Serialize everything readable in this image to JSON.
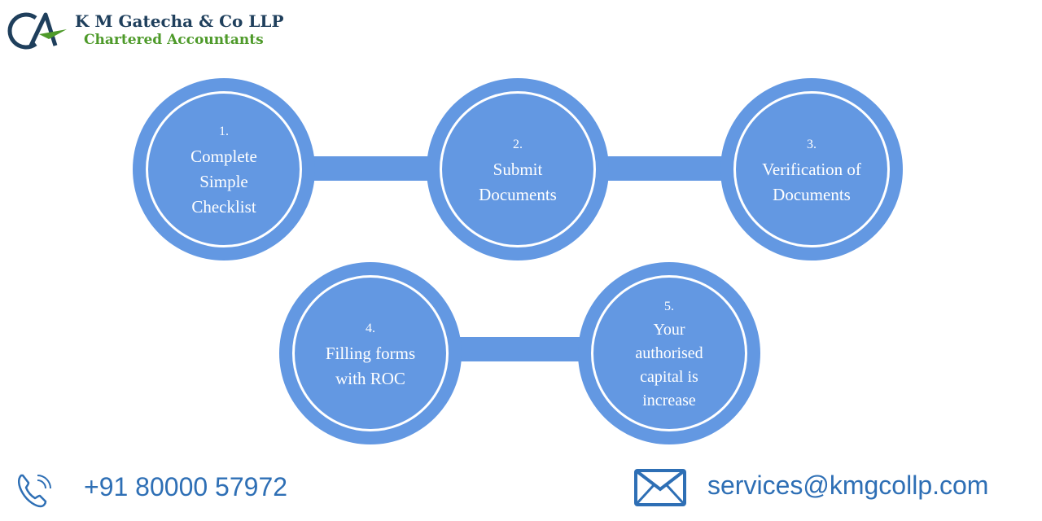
{
  "header": {
    "logo_text": "CA",
    "firm_name": "K M Gatecha & Co LLP",
    "firm_subtitle": "Chartered Accountants"
  },
  "steps": [
    {
      "number": "1.",
      "label": "Complete\nSimple\nChecklist"
    },
    {
      "number": "2.",
      "label": "Submit\nDocuments"
    },
    {
      "number": "3.",
      "label": "Verification of\nDocuments"
    },
    {
      "number": "4.",
      "label": "Filling forms\nwith ROC"
    },
    {
      "number": "5.",
      "label": "Your\nauthorised\ncapital is\nincrease"
    }
  ],
  "footer": {
    "phone": "+91 80000 57972",
    "email": "services@kmgcollp.com",
    "phone_icon": "phone-icon",
    "email_icon": "mail-icon"
  },
  "colors": {
    "circle": "#6398e2",
    "firm_name": "#1f3f5c",
    "firm_subtitle": "#4e9a2a",
    "contact_text": "#2e6fb5"
  }
}
